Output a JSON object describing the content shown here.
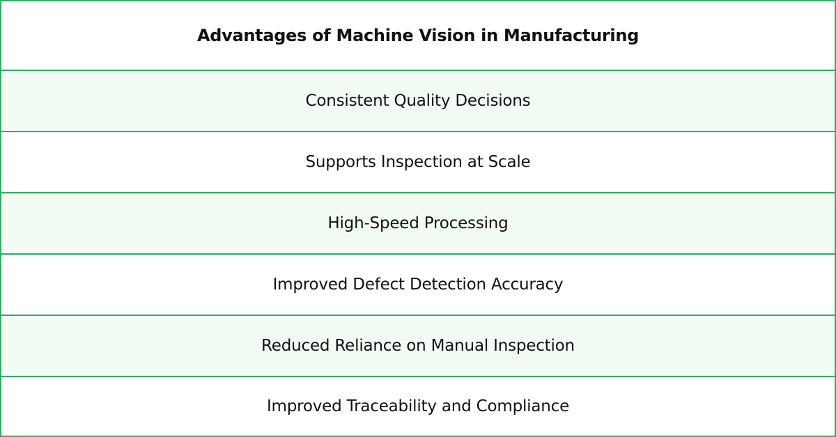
{
  "table": {
    "header": "Advantages of Machine Vision in Manufacturing",
    "rows": [
      "Consistent Quality Decisions",
      "Supports Inspection at Scale",
      "High-Speed Processing",
      "Improved Defect Detection Accuracy",
      "Reduced Reliance on Manual Inspection",
      "Improved Traceability and Compliance"
    ]
  },
  "colors": {
    "border": "#2eac66",
    "alt_row_bg": "#f3fcf4",
    "row_bg": "#ffffff",
    "text": "#111111"
  }
}
